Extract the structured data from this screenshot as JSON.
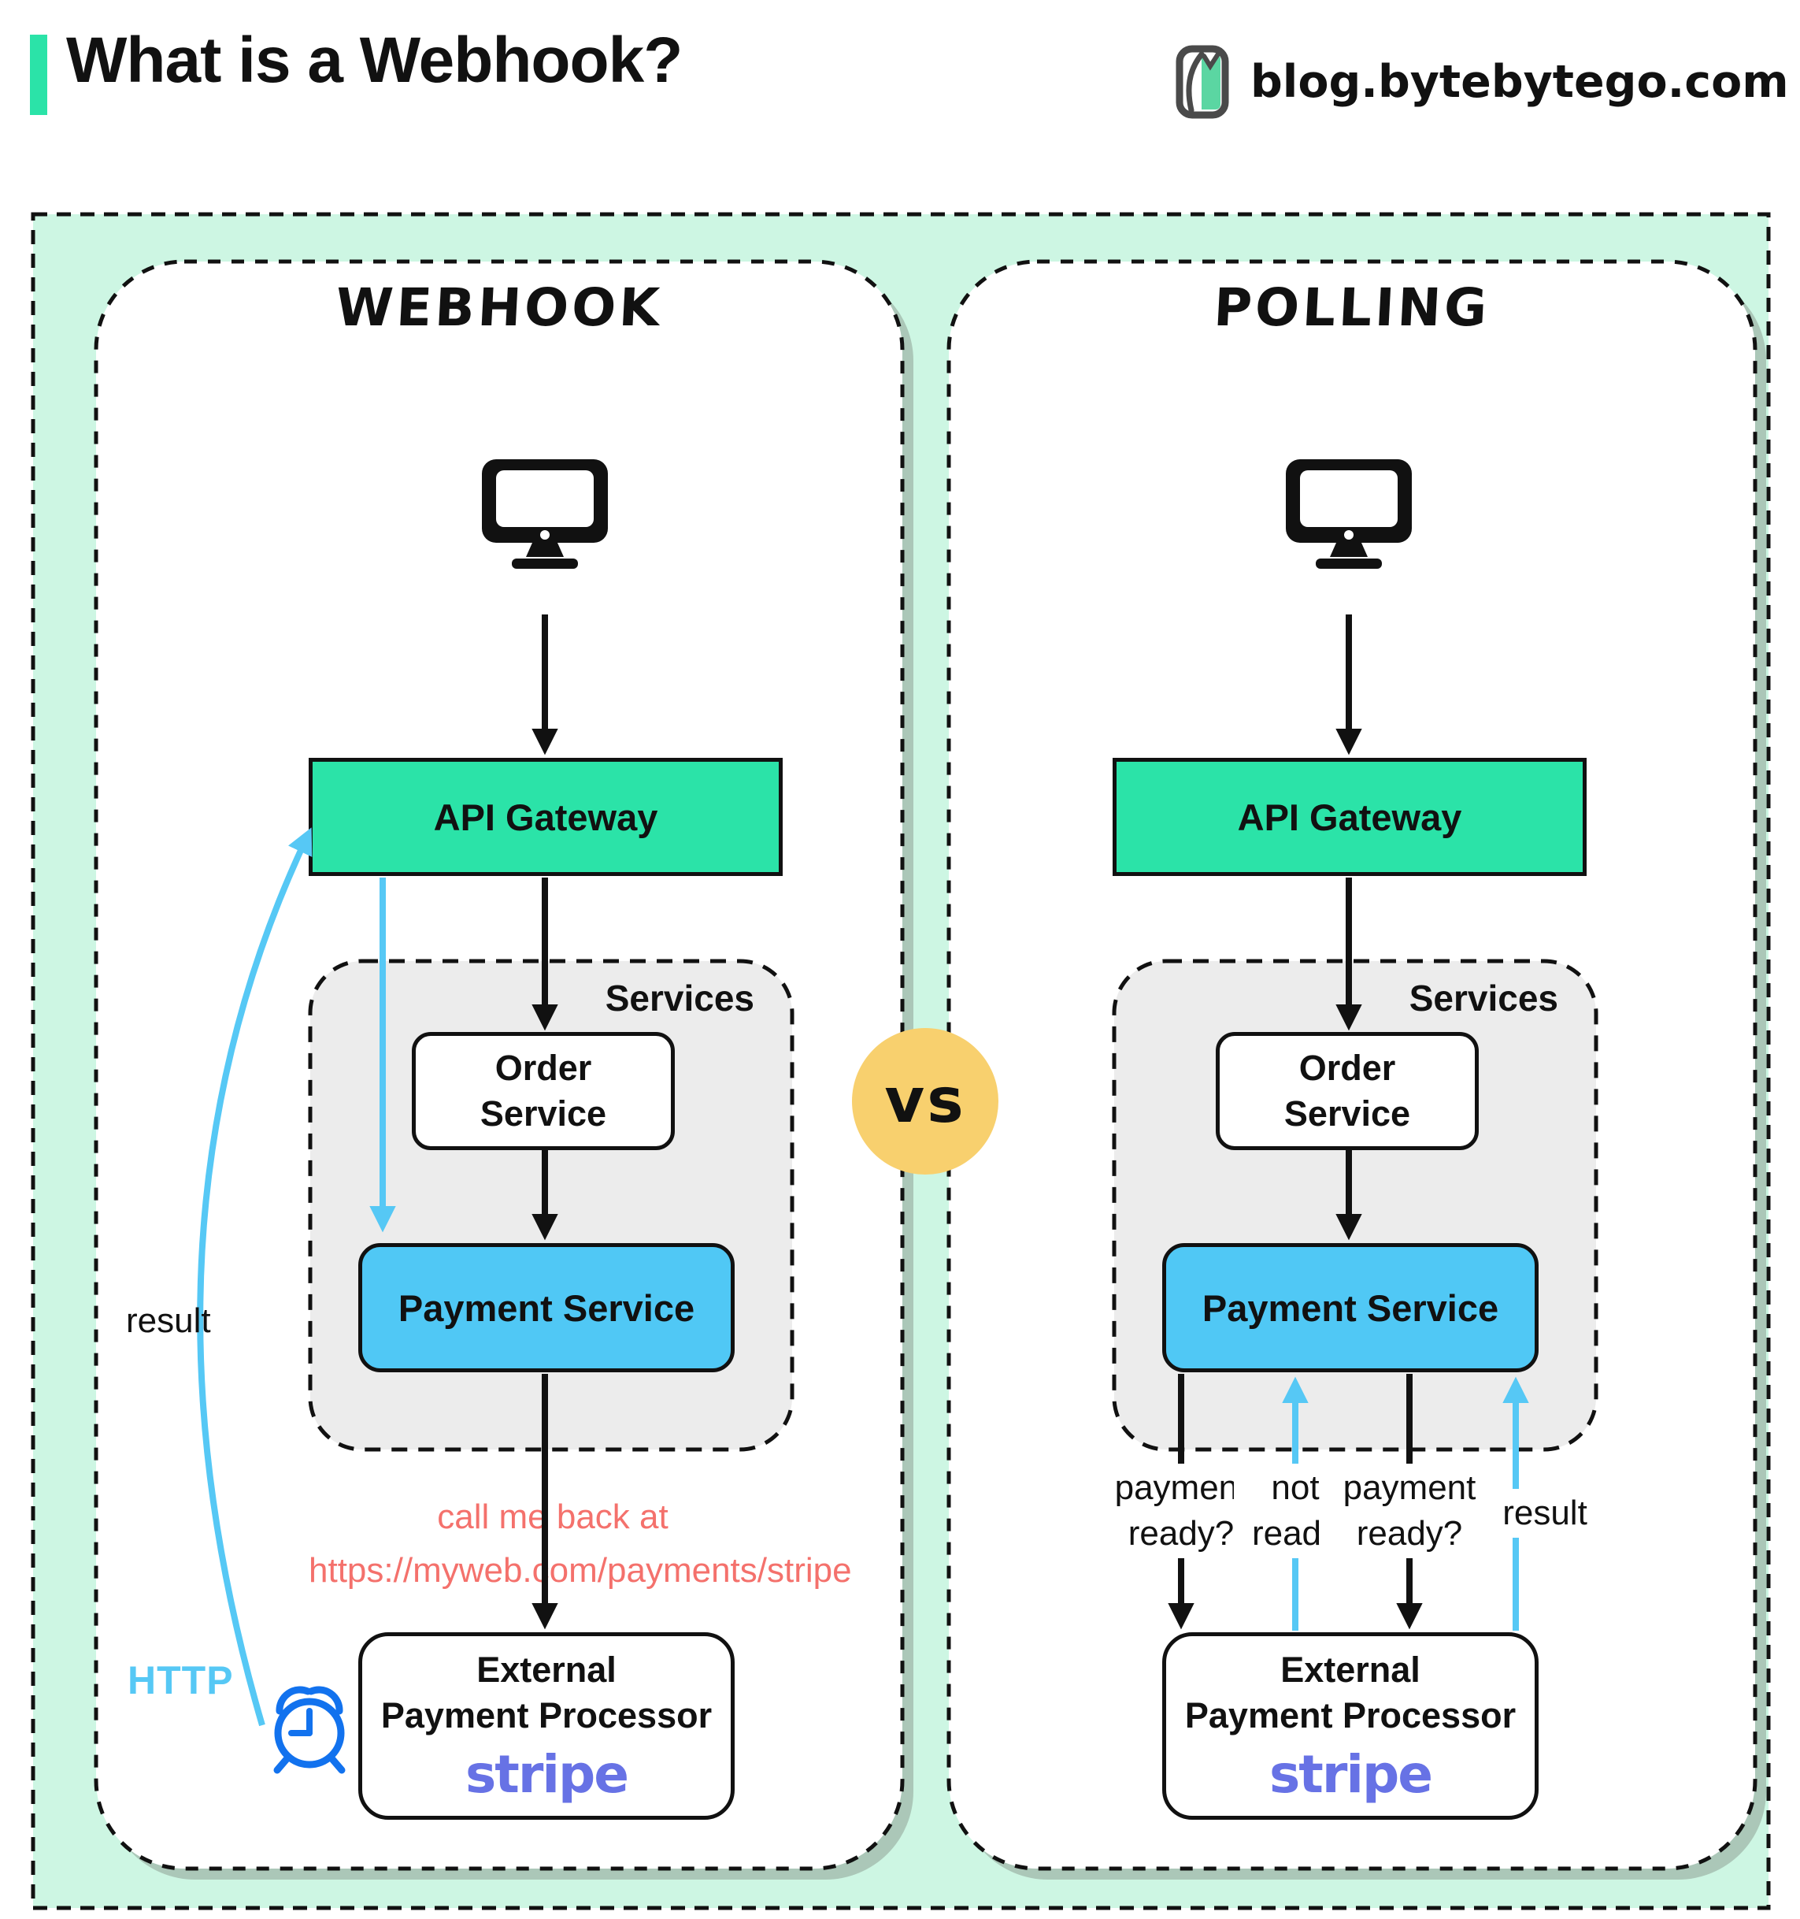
{
  "header": {
    "title": "What is a Webhook?",
    "site": "blog.bytebytego.com"
  },
  "vs": "vs",
  "webhook": {
    "title": "Webhook",
    "api_gateway": "API Gateway",
    "services": "Services",
    "order": "Order Service",
    "payment": "Payment Service",
    "callback1": "call me back at",
    "callback2": "https://myweb.com/payments/stripe",
    "external1": "External",
    "external2": "Payment Processor",
    "brand": "stripe",
    "result": "result",
    "http": "HTTP"
  },
  "polling": {
    "title": "Polling",
    "api_gateway": "API Gateway",
    "services": "Services",
    "order": "Order Service",
    "payment": "Payment Service",
    "external1": "External",
    "external2": "Payment Processor",
    "brand": "stripe",
    "q1": "payment ready?",
    "a1": "not ready",
    "q2": "payment ready?",
    "result": "result"
  },
  "colors": {
    "accent_teal": "#2BE3A8",
    "mint_background": "#CDF6E3",
    "payment_blue": "#50C8F5",
    "arrow_blue": "#56C8F5",
    "callback_red": "#F4716C",
    "vs_yellow": "#F8D06E",
    "stripe_purple": "#6772E5",
    "services_gray": "#ECECEC",
    "clock_blue": "#1272EE"
  }
}
